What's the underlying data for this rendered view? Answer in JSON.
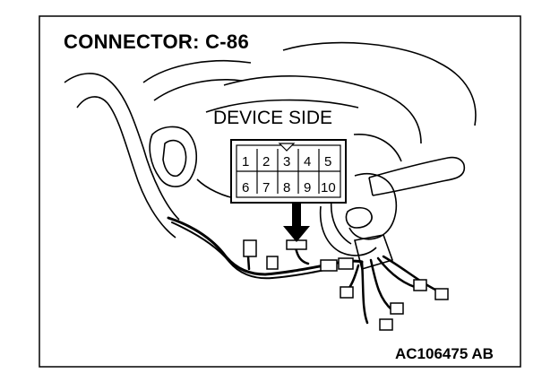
{
  "title": "CONNECTOR: C-86",
  "device_side_label": "DEVICE SIDE",
  "figure_id": "AC106475 AB",
  "connector": {
    "top_row": [
      "1",
      "2",
      "3",
      "4",
      "5"
    ],
    "bottom_row": [
      "6",
      "7",
      "8",
      "9",
      "10"
    ]
  }
}
